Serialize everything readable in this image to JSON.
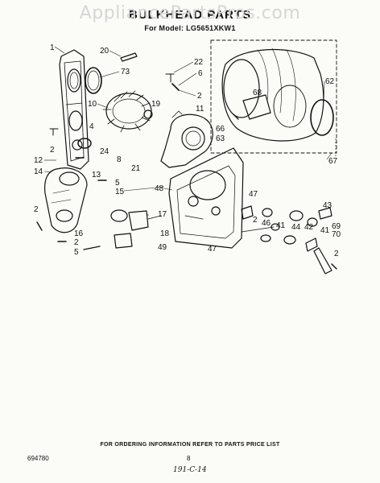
{
  "watermark": "AppliancePartsPros.com",
  "title": "BULKHEAD PARTS",
  "subtitle": "For Model: LG5651XKW1",
  "callouts": [
    "1",
    "20",
    "73",
    "22",
    "6",
    "10",
    "19",
    "2",
    "11",
    "62",
    "68",
    "66",
    "63",
    "67",
    "4",
    "2",
    "24",
    "8",
    "21",
    "12",
    "13",
    "14",
    "5",
    "15",
    "48",
    "47",
    "43",
    "2",
    "17",
    "2",
    "46",
    "41",
    "44",
    "42",
    "69",
    "70",
    "16",
    "2",
    "5",
    "18",
    "49",
    "47",
    "41",
    "2"
  ],
  "footer": {
    "order_info": "FOR ORDERING INFORMATION REFER TO PARTS PRICE LIST",
    "doc_number": "694780",
    "page_number": "8",
    "handwritten": "191-C-14"
  }
}
